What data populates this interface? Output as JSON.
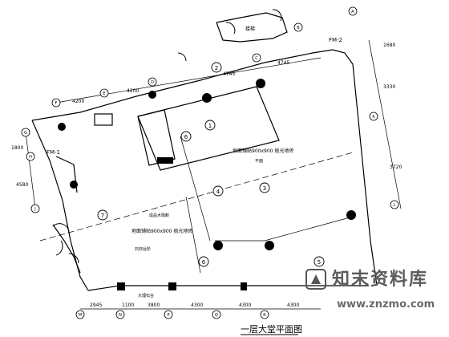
{
  "drawing": {
    "title": "一层大堂平面图",
    "door_labels": [
      "FM-1",
      "FM-2"
    ],
    "room_label": "楼梯",
    "floor_tile_upper": "地面铺贴900x900 抛光地砖",
    "floor_tile_lower": "地面铺贴900x900 抛光地砖",
    "note_sub_upper": "平面",
    "note_sub_lower": "石材台阶",
    "note_left": "成品木隔断",
    "note_bottom": "大理石台",
    "top_dims": [
      "4200",
      "4200",
      "4745",
      "4745"
    ],
    "bottom_dims": [
      "2945",
      "1100",
      "3800",
      "4300",
      "4300",
      "4300"
    ],
    "left_dims": [
      "1800",
      "4580"
    ],
    "right_dims": [
      "1680",
      "3330",
      "3720"
    ],
    "circle_tags": [
      "1",
      "2",
      "3",
      "4",
      "5",
      "6",
      "6",
      "7"
    ],
    "grid_marks": [
      "A",
      "B",
      "C",
      "D",
      "E",
      "F",
      "G",
      "H",
      "J",
      "K",
      "L",
      "M",
      "N",
      "P",
      "Q",
      "R"
    ]
  },
  "watermark": {
    "brand": "知末资料库",
    "url": "www.znzmo.com"
  }
}
